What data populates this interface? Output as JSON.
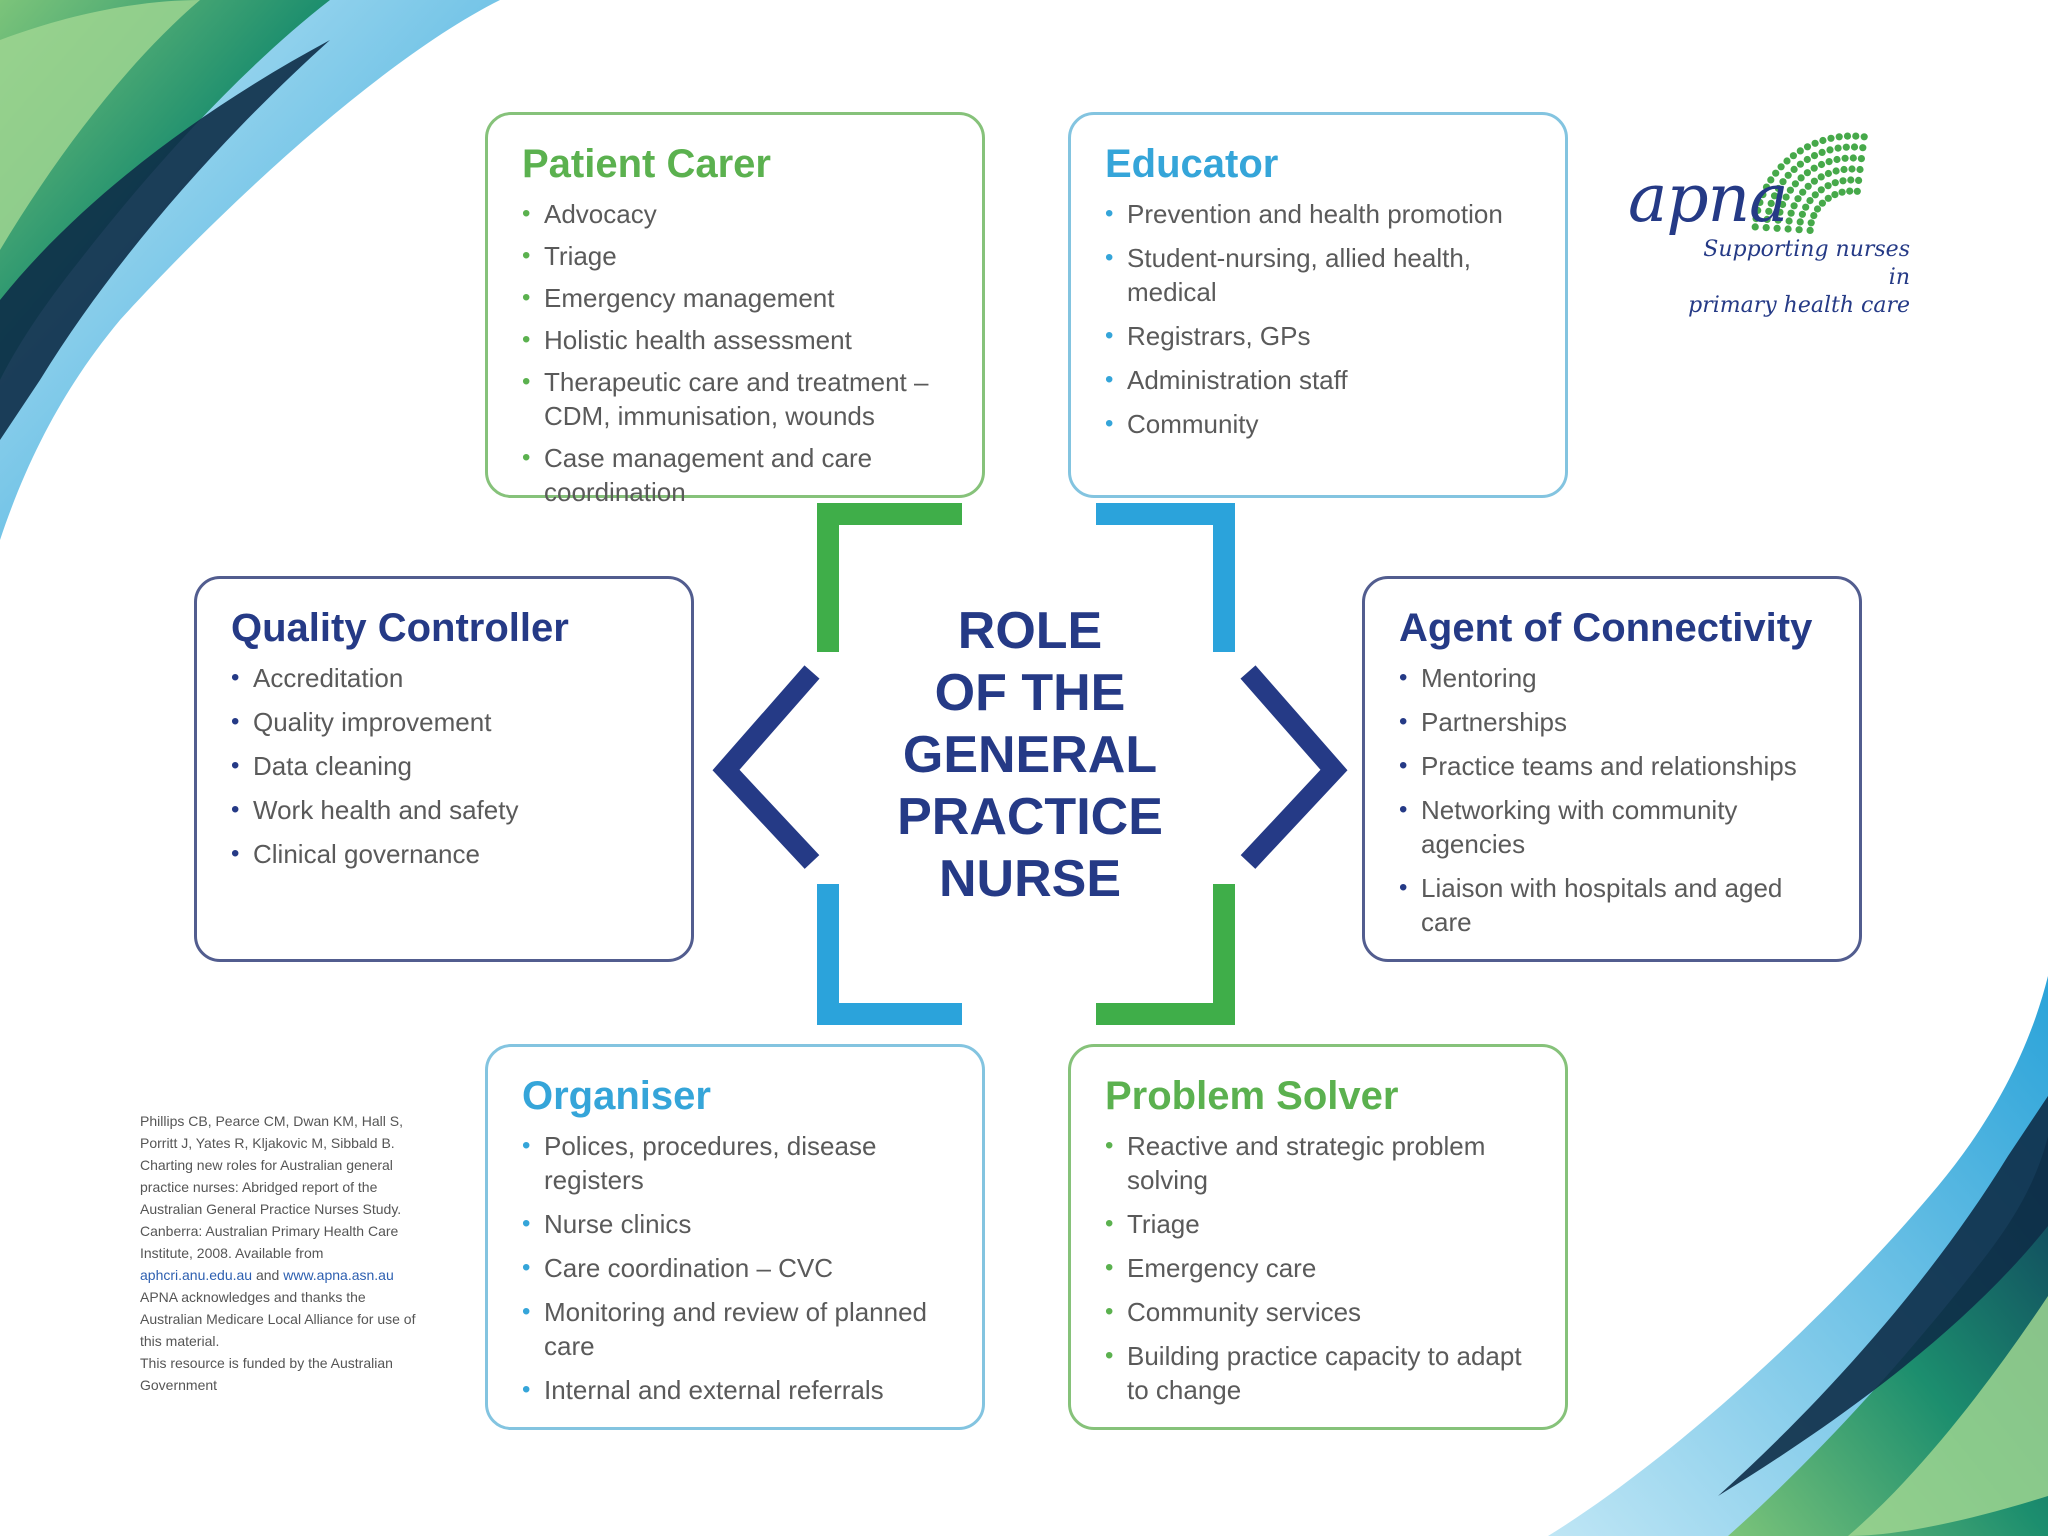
{
  "center_title": [
    "ROLE",
    "OF THE",
    "GENERAL",
    "PRACTICE",
    "NURSE"
  ],
  "cards": {
    "patient_carer": {
      "title": "Patient Carer",
      "items": [
        "Advocacy",
        "Triage",
        "Emergency management",
        "Holistic health assessment",
        "Therapeutic care and treatment – CDM, immunisation, wounds",
        "Case management and care coordination"
      ]
    },
    "educator": {
      "title": "Educator",
      "items": [
        "Prevention and health promotion",
        "Student-nursing, allied health, medical",
        "Registrars, GPs",
        "Administration staff",
        "Community"
      ]
    },
    "quality_controller": {
      "title": "Quality Controller",
      "items": [
        "Accreditation",
        "Quality improvement",
        "Data cleaning",
        "Work health and safety",
        "Clinical governance"
      ]
    },
    "agent_of_connectivity": {
      "title": "Agent of Connectivity",
      "items": [
        "Mentoring",
        "Partnerships",
        "Practice teams and relationships",
        "Networking with community agencies",
        "Liaison with hospitals and aged care"
      ]
    },
    "organiser": {
      "title": "Organiser",
      "items": [
        "Polices, procedures, disease registers",
        "Nurse clinics",
        "Care coordination – CVC",
        "Monitoring and review of planned care",
        "Internal and external referrals"
      ]
    },
    "problem_solver": {
      "title": "Problem Solver",
      "items": [
        "Reactive and strategic problem solving",
        "Triage",
        "Emergency care",
        "Community services",
        "Building practice capacity to adapt to change"
      ]
    }
  },
  "logo": {
    "name": "apna",
    "tagline_line1": "Supporting nurses in",
    "tagline_line2": "primary health care"
  },
  "citation": {
    "text": "Phillips CB, Pearce CM, Dwan KM, Hall S, Porritt J, Yates R, Kljakovic M, Sibbald B. Charting new roles for Australian general practice nurses: Abridged report of the Australian General Practice Nurses Study. Canberra: Australian Primary Health Care Institute, 2008. Available from",
    "link1": "aphcri.anu.edu.au",
    "and": "and",
    "link2": "www.apna.asn.au",
    "ack": "APNA acknowledges and thanks the Australian Medicare Local Alliance for use of this material.",
    "funding": "This resource is funded by the Australian Government"
  },
  "colors": {
    "green": "#5bb14f",
    "blue": "#35a5d9",
    "navy": "#253a86"
  }
}
